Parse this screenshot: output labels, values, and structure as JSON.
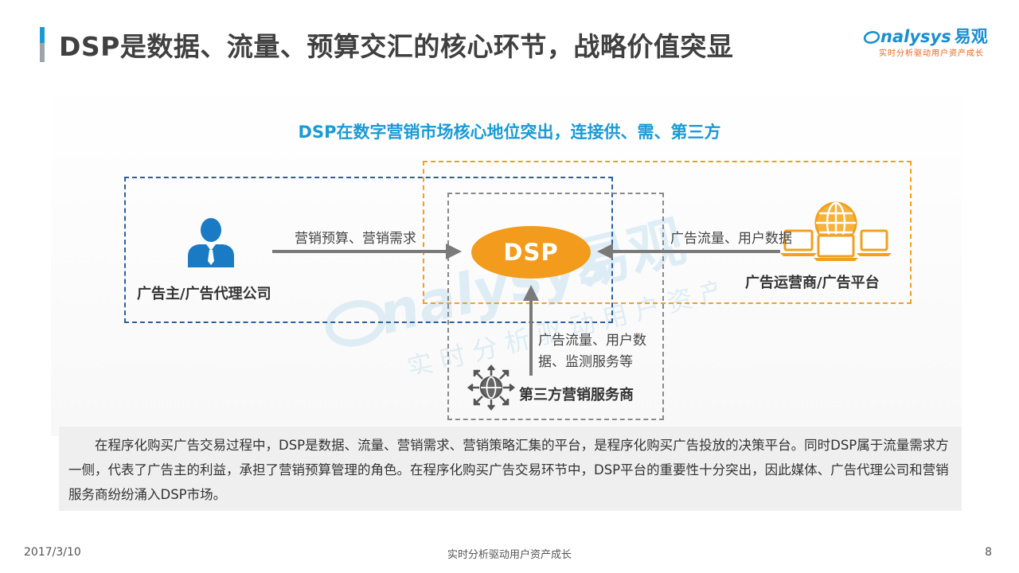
{
  "header": {
    "title": "DSP是数据、流量、预算交汇的核心环节，战略价值突显",
    "logo_main": "nalysys",
    "logo_cn": "易观",
    "logo_tagline": "实时分析驱动用户资产成长"
  },
  "diagram": {
    "subtitle": "DSP在数字营销市场核心地位突出，连接供、需、第三方",
    "center_node": "DSP",
    "nodes": {
      "advertiser": "广告主/广告代理公司",
      "operator": "广告运营商/广告平台",
      "third_party": "第三方营销服务商"
    },
    "edges": {
      "advertiser_to_dsp": "营销预算、营销需求",
      "operator_to_dsp": "广告流量、用户数据",
      "third_party_to_dsp_line1": "广告流量、用户数",
      "third_party_to_dsp_line2": "据、监测服务等"
    },
    "watermark_logo": "nalysys",
    "watermark_cn": "易观",
    "watermark_tagline": "实时分析驱动用户资产成长"
  },
  "description": "在程序化购买广告交易过程中，DSP是数据、流量、营销需求、营销策略汇集的平台，是程序化购买广告投放的决策平台。同时DSP属于流量需求方一侧，代表了广告主的利益，承担了营销预算管理的角色。在程序化购买广告交易环节中，DSP平台的重要性十分突出，因此媒体、广告代理公司和营销服务商纷纷涌入DSP市场。",
  "footer": {
    "date": "2017/3/10",
    "center": "实时分析驱动用户资产成长",
    "page": "8"
  },
  "colors": {
    "accent_blue": "#1a9ad6",
    "dsp_orange": "#f39b1c",
    "advertiser_blue": "#1a7bc4",
    "operator_orange": "#f0a020",
    "box_blue": "#2c5f9e",
    "arrow_gray": "#7a7a7a"
  }
}
